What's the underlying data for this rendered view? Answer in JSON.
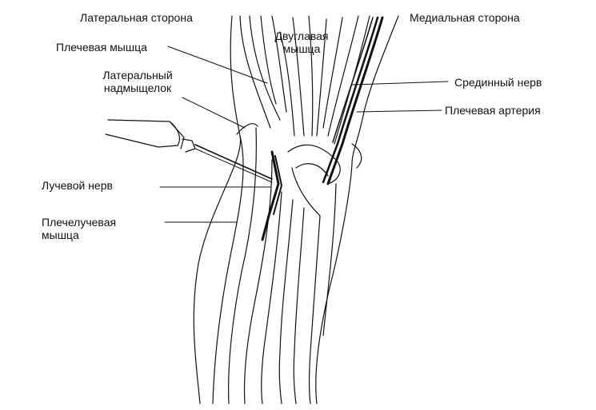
{
  "labels": {
    "lateral_side": "Латеральная сторона",
    "medial_side": "Медиальная сторона",
    "brachialis": "Плечевая мышца",
    "biceps_line1": "Двуглавая",
    "biceps_line2": "мышца",
    "lateral_epicondyle_line1": "Латеральный",
    "lateral_epicondyle_line2": "надмыщелок",
    "median_nerve": "Срединный нерв",
    "brachial_artery": "Плечевая артерия",
    "radial_nerve": "Лучевой нерв",
    "brachioradialis_line1": "Плечелучевая",
    "brachioradialis_line2": "мышца"
  }
}
